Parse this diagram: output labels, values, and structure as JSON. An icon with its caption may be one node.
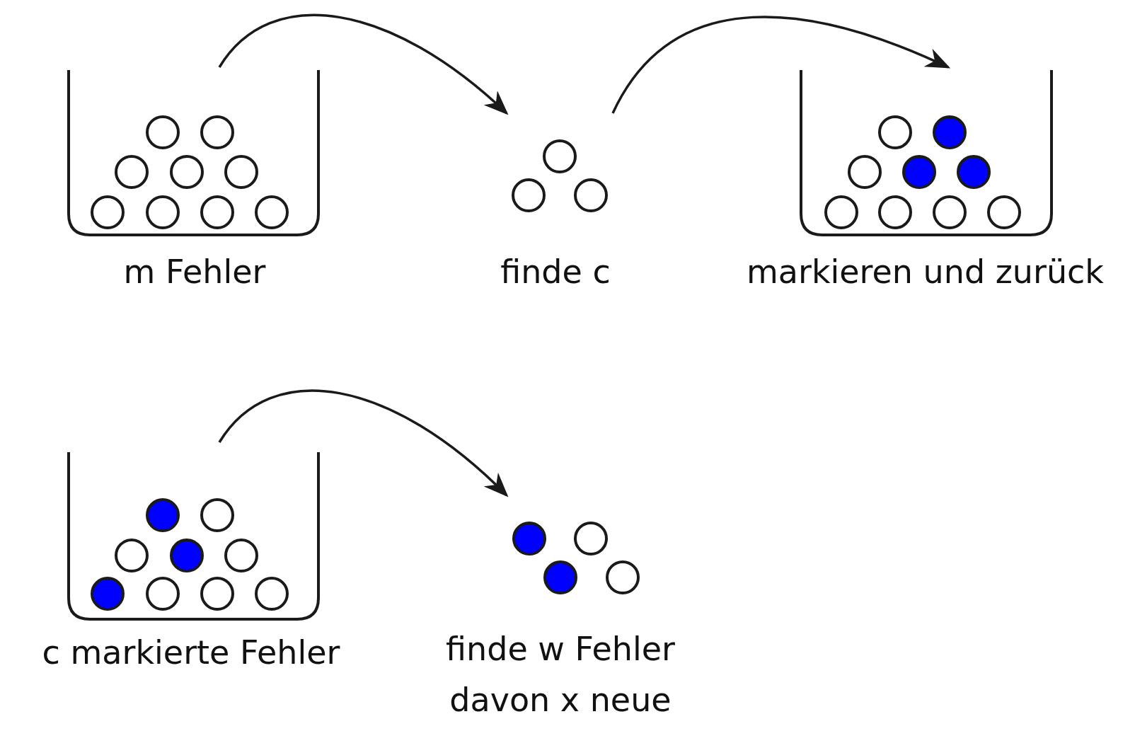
{
  "diagram": {
    "nodes": [
      {
        "text": [
          "m Fehler"
        ]
      },
      {
        "text": [
          "finde c"
        ]
      },
      {
        "text": [
          "markieren und zurück"
        ]
      },
      {
        "text": [
          "c markierte Fehler"
        ]
      },
      {
        "text": [
          "finde w Fehler davon x neue"
        ]
      }
    ],
    "edges": [
      {
        "from": 0,
        "to": 1,
        "arrow": "to"
      },
      {
        "from": 1,
        "to": 2,
        "arrow": "to"
      },
      {
        "from": 3,
        "to": 4,
        "arrow": "to"
      }
    ]
  }
}
